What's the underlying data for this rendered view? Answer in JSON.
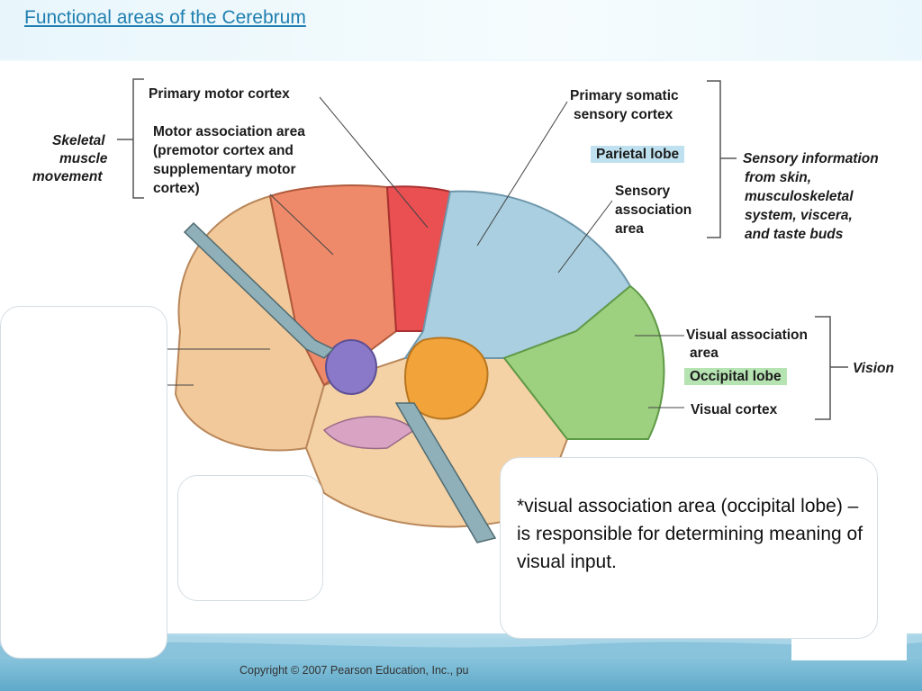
{
  "slide": {
    "title": "Functional areas of the Cerebrum"
  },
  "diagram": {
    "labels": {
      "primary_motor_cortex": "Primary motor cortex",
      "motor_assoc_1": "Motor association area",
      "motor_assoc_2": "(premotor cortex and",
      "motor_assoc_3": "supplementary motor",
      "motor_assoc_4": "cortex)",
      "skeletal_1": "Skeletal",
      "skeletal_2": "muscle",
      "skeletal_3": "movement",
      "primary_somatic_1": "Primary somatic",
      "primary_somatic_2": "sensory cortex",
      "parietal_lobe": "Parietal lobe",
      "sensory_assoc_1": "Sensory",
      "sensory_assoc_2": "association",
      "sensory_assoc_3": "area",
      "sensory_info_1": "Sensory information",
      "sensory_info_2": "from skin,",
      "sensory_info_3": "musculoskeletal",
      "sensory_info_4": "system, viscera,",
      "sensory_info_5": "and taste buds",
      "visual_assoc_1": "Visual association",
      "visual_assoc_2": "area",
      "occipital_lobe": "Occipital lobe",
      "visual_cortex": "Visual cortex",
      "vision": "Vision"
    },
    "copyright": "Copyright © 2007 Pearson Education, Inc., pu"
  },
  "callout": {
    "text": "*visual association area (occipital lobe) – is responsible for determining meaning of visual input."
  },
  "colors": {
    "frontal": "#f2c99a",
    "motor_assoc": "#ee8a6a",
    "primary_motor": "#ea4f52",
    "parietal": "#a9cfe0",
    "occipital": "#9dd07f",
    "temporal_orange": "#f2a33a",
    "purple": "#8a78c8",
    "highlight_blue": "#bfe1ef",
    "highlight_green": "#b6e3b2"
  }
}
